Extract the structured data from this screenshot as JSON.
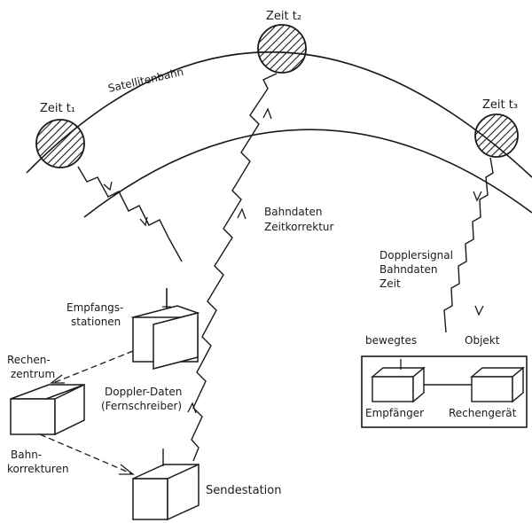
{
  "satellite_orbit_label": "Satellitenbahn",
  "satellites": [
    {
      "name": "satellite-time-t1",
      "label": "Zeit t₁"
    },
    {
      "name": "satellite-time-t2",
      "label": "Zeit t₂"
    },
    {
      "name": "satellite-time-t3",
      "label": "Zeit t₃"
    }
  ],
  "uplink_label": {
    "line1": "Bahndaten",
    "line2": "Zeitkorrektur"
  },
  "downlink_label": {
    "line1": "Dopplersignal",
    "line2": "Bahndaten",
    "line3": "Zeit"
  },
  "stations": {
    "receiving": {
      "line1": "Empfangs-",
      "line2": "stationen"
    },
    "computing": {
      "line1": "Rechen-",
      "line2": "zentrum"
    },
    "transmitter": "Sendestation"
  },
  "links": {
    "doppler_data": {
      "line1": "Doppler-Daten",
      "line2": "(Fernschreiber)"
    },
    "orbit_corrections": {
      "line1": "Bahn-",
      "line2": "korrekturen"
    }
  },
  "moving_object": {
    "title_left": "bewegtes",
    "title_right": "Objekt",
    "receiver": "Empfänger",
    "computer": "Rechengerät"
  }
}
